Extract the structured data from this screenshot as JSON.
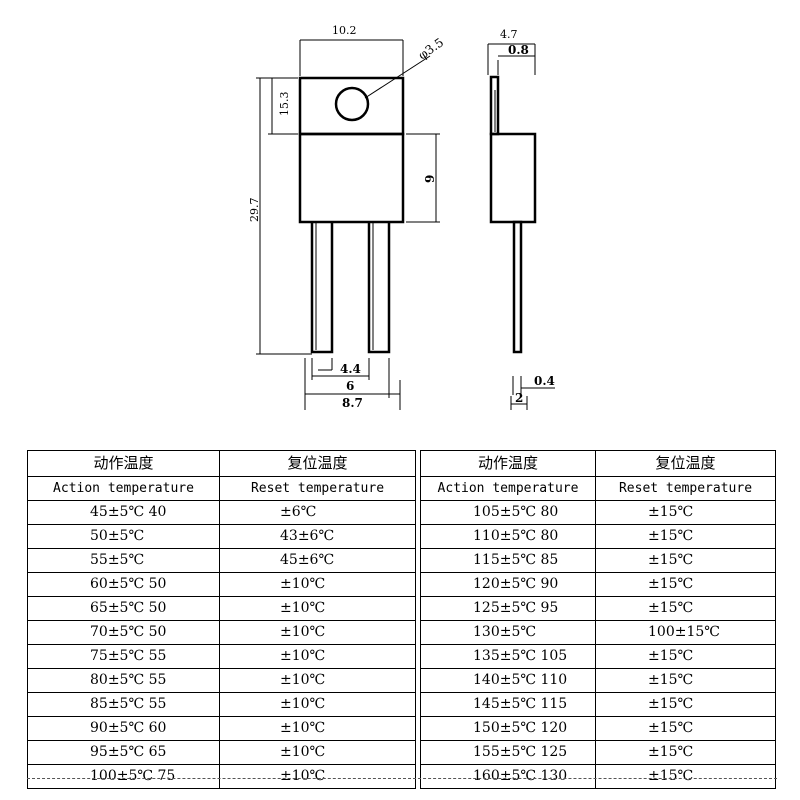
{
  "drawing": {
    "front": {
      "width": "10.2",
      "hole": "φ3.5",
      "tab_height": "15.3",
      "total_height": "29.7",
      "body_height": "9",
      "lead_width": "4.4",
      "pitch": "6",
      "overall_width": "8.7"
    },
    "side": {
      "thickness": "4.7",
      "tab_thickness": "0.8",
      "lead_thickness": "0.4",
      "lead_offset": "2"
    }
  },
  "table": {
    "header_action_cn": "动作温度",
    "header_action_en": "Action temperature",
    "header_reset_cn": "复位温度",
    "header_reset_en": "Reset temperature",
    "left_rows": [
      {
        "action": "45±5℃ 40",
        "reset": "±6℃"
      },
      {
        "action": "50±5℃",
        "reset": "43±6℃"
      },
      {
        "action": "55±5℃",
        "reset": "45±6℃"
      },
      {
        "action": "60±5℃ 50",
        "reset": "±10℃"
      },
      {
        "action": "65±5℃ 50",
        "reset": "±10℃"
      },
      {
        "action": "70±5℃ 50",
        "reset": "±10℃"
      },
      {
        "action": "75±5℃ 55",
        "reset": "±10℃"
      },
      {
        "action": "80±5℃ 55",
        "reset": "±10℃"
      },
      {
        "action": "85±5℃ 55",
        "reset": "±10℃"
      },
      {
        "action": "90±5℃ 60",
        "reset": "±10℃"
      },
      {
        "action": "95±5℃ 65",
        "reset": "±10℃"
      },
      {
        "action": "100±5℃ 75",
        "reset": "±10℃"
      }
    ],
    "right_rows": [
      {
        "action": "105±5℃ 80",
        "reset": "±15℃"
      },
      {
        "action": "110±5℃ 80",
        "reset": "±15℃"
      },
      {
        "action": "115±5℃ 85",
        "reset": "±15℃"
      },
      {
        "action": "120±5℃ 90",
        "reset": "±15℃"
      },
      {
        "action": "125±5℃ 95",
        "reset": "±15℃"
      },
      {
        "action": "130±5℃",
        "reset": "100±15℃"
      },
      {
        "action": "135±5℃ 105",
        "reset": "±15℃"
      },
      {
        "action": "140±5℃ 110",
        "reset": "±15℃"
      },
      {
        "action": "145±5℃ 115",
        "reset": "±15℃"
      },
      {
        "action": "150±5℃ 120",
        "reset": "±15℃"
      },
      {
        "action": "155±5℃ 125",
        "reset": "±15℃"
      },
      {
        "action": "160±5℃ 130",
        "reset": "±15℃"
      }
    ]
  }
}
